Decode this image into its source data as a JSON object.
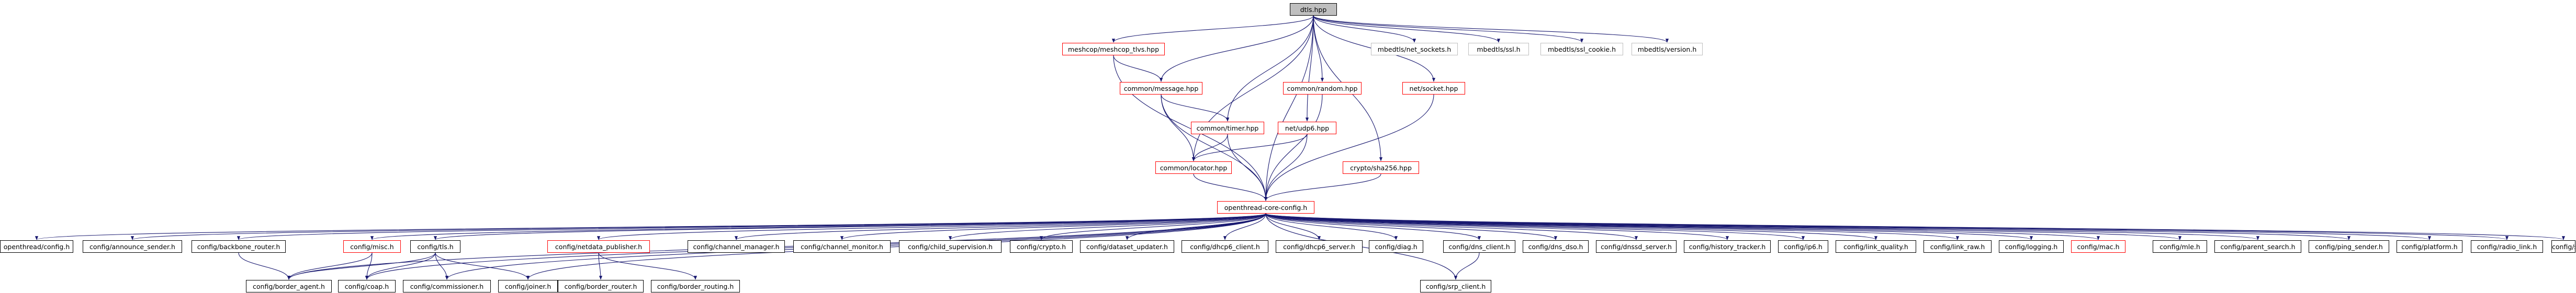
{
  "colors": {
    "edge": "#191970",
    "node_border": "#000000",
    "node_border_missing": "#ff0000",
    "node_border_external": "#bfbfbf",
    "root_fill": "#bfbfbf"
  },
  "nodes": {
    "root": "dtls.hpp",
    "meshcop_tlvs": "meshcop/meshcop_tlvs.hpp",
    "common_message": "common/message.hpp",
    "common_timer": "common/timer.hpp",
    "common_locator": "common/locator.hpp",
    "common_random": "common/random.hpp",
    "net_udp6": "net/udp6.hpp",
    "net_socket": "net/socket.hpp",
    "crypto_sha256": "crypto/sha256.hpp",
    "mbedtls_net_sockets": "mbedtls/net_sockets.h",
    "mbedtls_ssl": "mbedtls/ssl.h",
    "mbedtls_ssl_cookie": "mbedtls/ssl_cookie.h",
    "mbedtls_version": "mbedtls/version.h",
    "core_config": "openthread-core-config.h",
    "openthread_config": "openthread/config.h",
    "cfg_announce_sender": "config/announce_sender.h",
    "cfg_backbone_router": "config/backbone_router.h",
    "cfg_border_agent": "config/border_agent.h",
    "cfg_misc": "config/misc.h",
    "cfg_coap": "config/coap.h",
    "cfg_dhcp6_server": "config/dhcp6_server.h",
    "cfg_dns_dso": "config/dns_dso.h",
    "cfg_ip6": "config/ip6.h",
    "cfg_commissioner": "config/commissioner.h",
    "cfg_joiner": "config/joiner.h",
    "cfg_tls": "config/tls.h",
    "cfg_netdata_publisher": "config/netdata_publisher.h",
    "cfg_border_router": "config/border_router.h",
    "cfg_border_routing": "config/border_routing.h",
    "cfg_channel_manager": "config/channel_manager.h",
    "cfg_channel_monitor": "config/channel_monitor.h",
    "cfg_child_supervision": "config/child_supervision.h",
    "cfg_crypto": "config/crypto.h",
    "cfg_dataset_updater": "config/dataset_updater.h",
    "cfg_dhcp6_client": "config/dhcp6_client.h",
    "cfg_diag": "config/diag.h",
    "cfg_dns_client": "config/dns_client.h",
    "cfg_srp_client": "config/srp_client.h",
    "cfg_dnssd_server": "config/dnssd_server.h",
    "cfg_history_tracker": "config/history_tracker.h",
    "cfg_link_quality": "config/link_quality.h",
    "cfg_link_raw": "config/link_raw.h",
    "cfg_logging": "config/logging.h",
    "cfg_mac": "config/mac.h",
    "cfg_mle": "config/mle.h",
    "cfg_parent_search": "config/parent_search.h",
    "cfg_ping_sender": "config/ping_sender.h",
    "cfg_platform": "config/platform.h",
    "cfg_radio_link": "config/radio_link.h",
    "cfg_sntp_client": "config/sntp_client.h"
  }
}
